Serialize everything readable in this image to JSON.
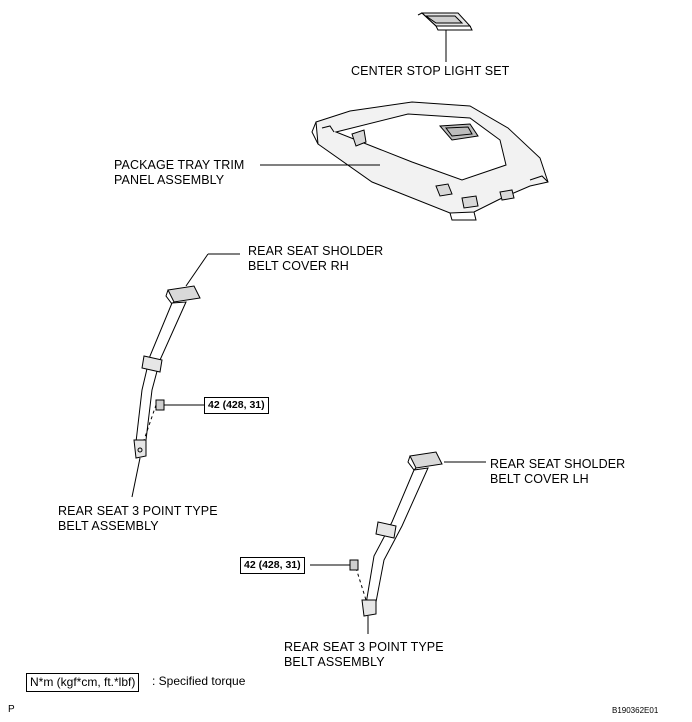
{
  "labels": {
    "center_stop_light": "CENTER STOP LIGHT SET",
    "package_tray_line1": "PACKAGE TRAY TRIM",
    "package_tray_line2": "PANEL ASSEMBLY",
    "cover_rh_line1": "REAR SEAT SHOLDER",
    "cover_rh_line2": "BELT COVER RH",
    "belt_rh_line1": "REAR SEAT 3 POINT TYPE",
    "belt_rh_line2": "BELT ASSEMBLY",
    "cover_lh_line1": "REAR SEAT SHOLDER",
    "cover_lh_line2": "BELT COVER LH",
    "belt_lh_line1": "REAR SEAT 3 POINT TYPE",
    "belt_lh_line2": "BELT ASSEMBLY"
  },
  "torque": {
    "rh": "42 (428, 31)",
    "lh": "42 (428, 31)"
  },
  "legend": {
    "unit_box": "N*m (kgf*cm, ft.*lbf)",
    "description": ": Specified torque"
  },
  "footer": {
    "corner_letter": "P",
    "figure_id": "B190362E01"
  },
  "icons": [
    "center-stop-light-part",
    "package-tray-part",
    "belt-cover-rh-part",
    "belt-rh-part",
    "bolt-rh-icon",
    "belt-cover-lh-part",
    "belt-lh-part",
    "bolt-lh-icon"
  ]
}
